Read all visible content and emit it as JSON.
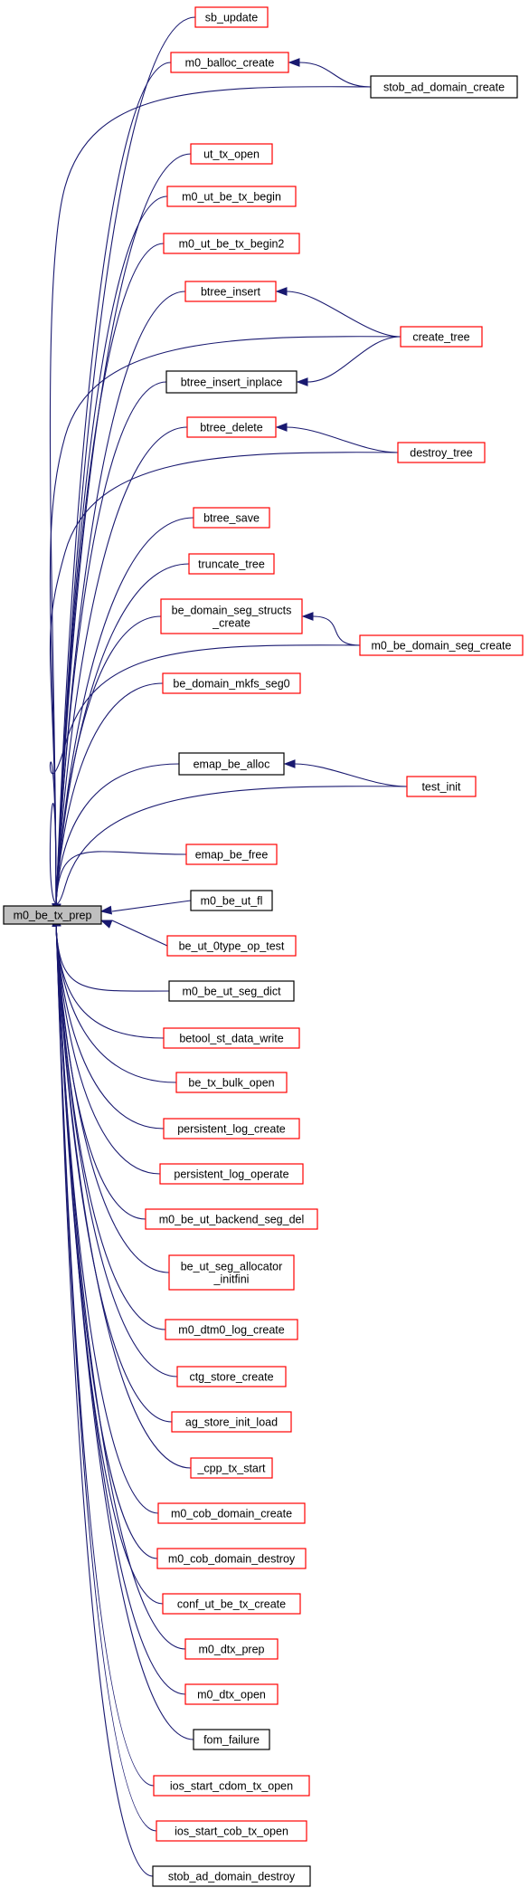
{
  "colors": {
    "edge": "#191970",
    "red_border": "#ff0000",
    "black_border": "#000000",
    "focus_fill": "#bfbfbf",
    "background": "#ffffff"
  },
  "graph": {
    "focus": {
      "id": "focus",
      "label": "m0_be_tx_prep"
    },
    "callers": [
      {
        "id": "n1",
        "lines": [
          "sb_update"
        ],
        "border": "red"
      },
      {
        "id": "n2",
        "lines": [
          "m0_balloc_create"
        ],
        "border": "red"
      },
      {
        "id": "n3",
        "lines": [
          "ut_tx_open"
        ],
        "border": "red"
      },
      {
        "id": "n4",
        "lines": [
          "m0_ut_be_tx_begin"
        ],
        "border": "red"
      },
      {
        "id": "n5",
        "lines": [
          "m0_ut_be_tx_begin2"
        ],
        "border": "red"
      },
      {
        "id": "n6",
        "lines": [
          "btree_insert"
        ],
        "border": "red"
      },
      {
        "id": "n7",
        "lines": [
          "btree_insert_inplace"
        ],
        "border": "black"
      },
      {
        "id": "n8",
        "lines": [
          "btree_delete"
        ],
        "border": "red"
      },
      {
        "id": "n9",
        "lines": [
          "btree_save"
        ],
        "border": "red"
      },
      {
        "id": "n10",
        "lines": [
          "truncate_tree"
        ],
        "border": "red"
      },
      {
        "id": "n11",
        "lines": [
          "be_domain_seg_structs",
          "_create"
        ],
        "border": "red"
      },
      {
        "id": "n12",
        "lines": [
          "be_domain_mkfs_seg0"
        ],
        "border": "red"
      },
      {
        "id": "n13",
        "lines": [
          "emap_be_alloc"
        ],
        "border": "black"
      },
      {
        "id": "n14",
        "lines": [
          "emap_be_free"
        ],
        "border": "red"
      },
      {
        "id": "n15",
        "lines": [
          "m0_be_ut_fl"
        ],
        "border": "black"
      },
      {
        "id": "n16",
        "lines": [
          "be_ut_0type_op_test"
        ],
        "border": "red"
      },
      {
        "id": "n17",
        "lines": [
          "m0_be_ut_seg_dict"
        ],
        "border": "black"
      },
      {
        "id": "n18",
        "lines": [
          "betool_st_data_write"
        ],
        "border": "red"
      },
      {
        "id": "n19",
        "lines": [
          "be_tx_bulk_open"
        ],
        "border": "red"
      },
      {
        "id": "n20",
        "lines": [
          "persistent_log_create"
        ],
        "border": "red"
      },
      {
        "id": "n21",
        "lines": [
          "persistent_log_operate"
        ],
        "border": "red"
      },
      {
        "id": "n22",
        "lines": [
          "m0_be_ut_backend_seg_del"
        ],
        "border": "red"
      },
      {
        "id": "n23",
        "lines": [
          "be_ut_seg_allocator",
          "_initfini"
        ],
        "border": "red"
      },
      {
        "id": "n24",
        "lines": [
          "m0_dtm0_log_create"
        ],
        "border": "red"
      },
      {
        "id": "n25",
        "lines": [
          "ctg_store_create"
        ],
        "border": "red"
      },
      {
        "id": "n26",
        "lines": [
          "ag_store_init_load"
        ],
        "border": "red"
      },
      {
        "id": "n27",
        "lines": [
          "_cpp_tx_start"
        ],
        "border": "red"
      },
      {
        "id": "n28",
        "lines": [
          "m0_cob_domain_create"
        ],
        "border": "red"
      },
      {
        "id": "n29",
        "lines": [
          "m0_cob_domain_destroy"
        ],
        "border": "red"
      },
      {
        "id": "n30",
        "lines": [
          "conf_ut_be_tx_create"
        ],
        "border": "red"
      },
      {
        "id": "n31",
        "lines": [
          "m0_dtx_prep"
        ],
        "border": "red"
      },
      {
        "id": "n32",
        "lines": [
          "m0_dtx_open"
        ],
        "border": "red"
      },
      {
        "id": "n33",
        "lines": [
          "fom_failure"
        ],
        "border": "black"
      },
      {
        "id": "n34",
        "lines": [
          "ios_start_cdom_tx_open"
        ],
        "border": "red"
      },
      {
        "id": "n35",
        "lines": [
          "ios_start_cob_tx_open"
        ],
        "border": "red"
      },
      {
        "id": "n36",
        "lines": [
          "stob_ad_domain_destroy"
        ],
        "border": "black"
      }
    ],
    "outer": [
      {
        "id": "o1",
        "lines": [
          "stob_ad_domain_create"
        ],
        "border": "black",
        "calls": [
          "n2",
          "focus"
        ]
      },
      {
        "id": "o2",
        "lines": [
          "create_tree"
        ],
        "border": "red",
        "calls": [
          "n6",
          "n7",
          "focus"
        ]
      },
      {
        "id": "o3",
        "lines": [
          "destroy_tree"
        ],
        "border": "red",
        "calls": [
          "n8",
          "focus"
        ]
      },
      {
        "id": "o4",
        "lines": [
          "m0_be_domain_seg_create"
        ],
        "border": "red",
        "calls": [
          "n11",
          "focus"
        ]
      },
      {
        "id": "o5",
        "lines": [
          "test_init"
        ],
        "border": "red",
        "calls": [
          "n13",
          "focus"
        ]
      }
    ]
  }
}
